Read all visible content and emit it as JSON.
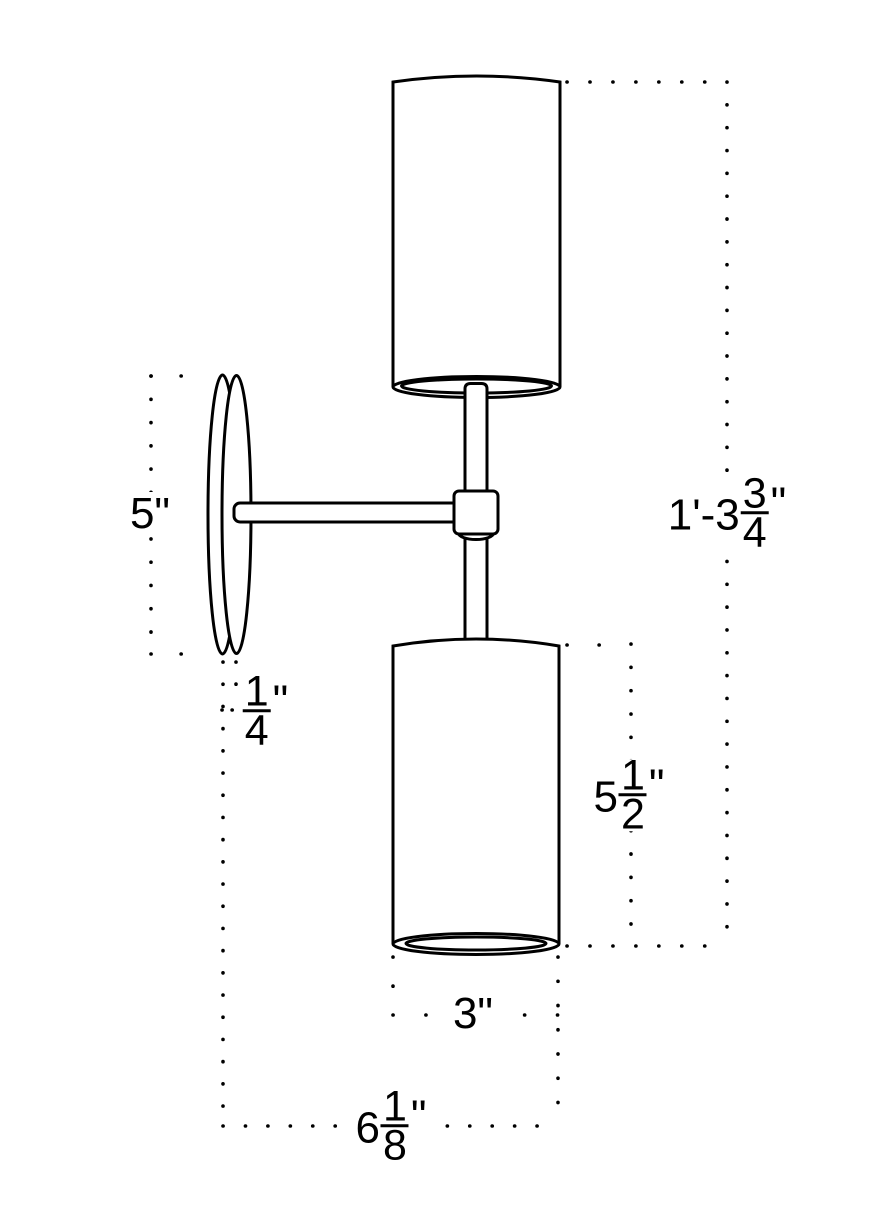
{
  "figure": {
    "kind": "wall-sconce-elevation-dimension-drawing"
  },
  "colors": {
    "line": "#000000",
    "background": "#ffffff",
    "text": "#000000"
  },
  "dimensions": {
    "plate_diameter": {
      "text": "5\""
    },
    "overall_height": {
      "prefix": "1'-3",
      "numerator": "3",
      "denominator": "4",
      "suffix": "\""
    },
    "plate_depth": {
      "numerator": "1",
      "denominator": "4",
      "suffix": "\""
    },
    "lower_shade_height": {
      "prefix": "5",
      "numerator": "1",
      "denominator": "2",
      "suffix": "\""
    },
    "shade_diameter": {
      "text": "3\""
    },
    "projection_width": {
      "prefix": "6",
      "numerator": "1",
      "denominator": "8",
      "suffix": "\""
    }
  }
}
